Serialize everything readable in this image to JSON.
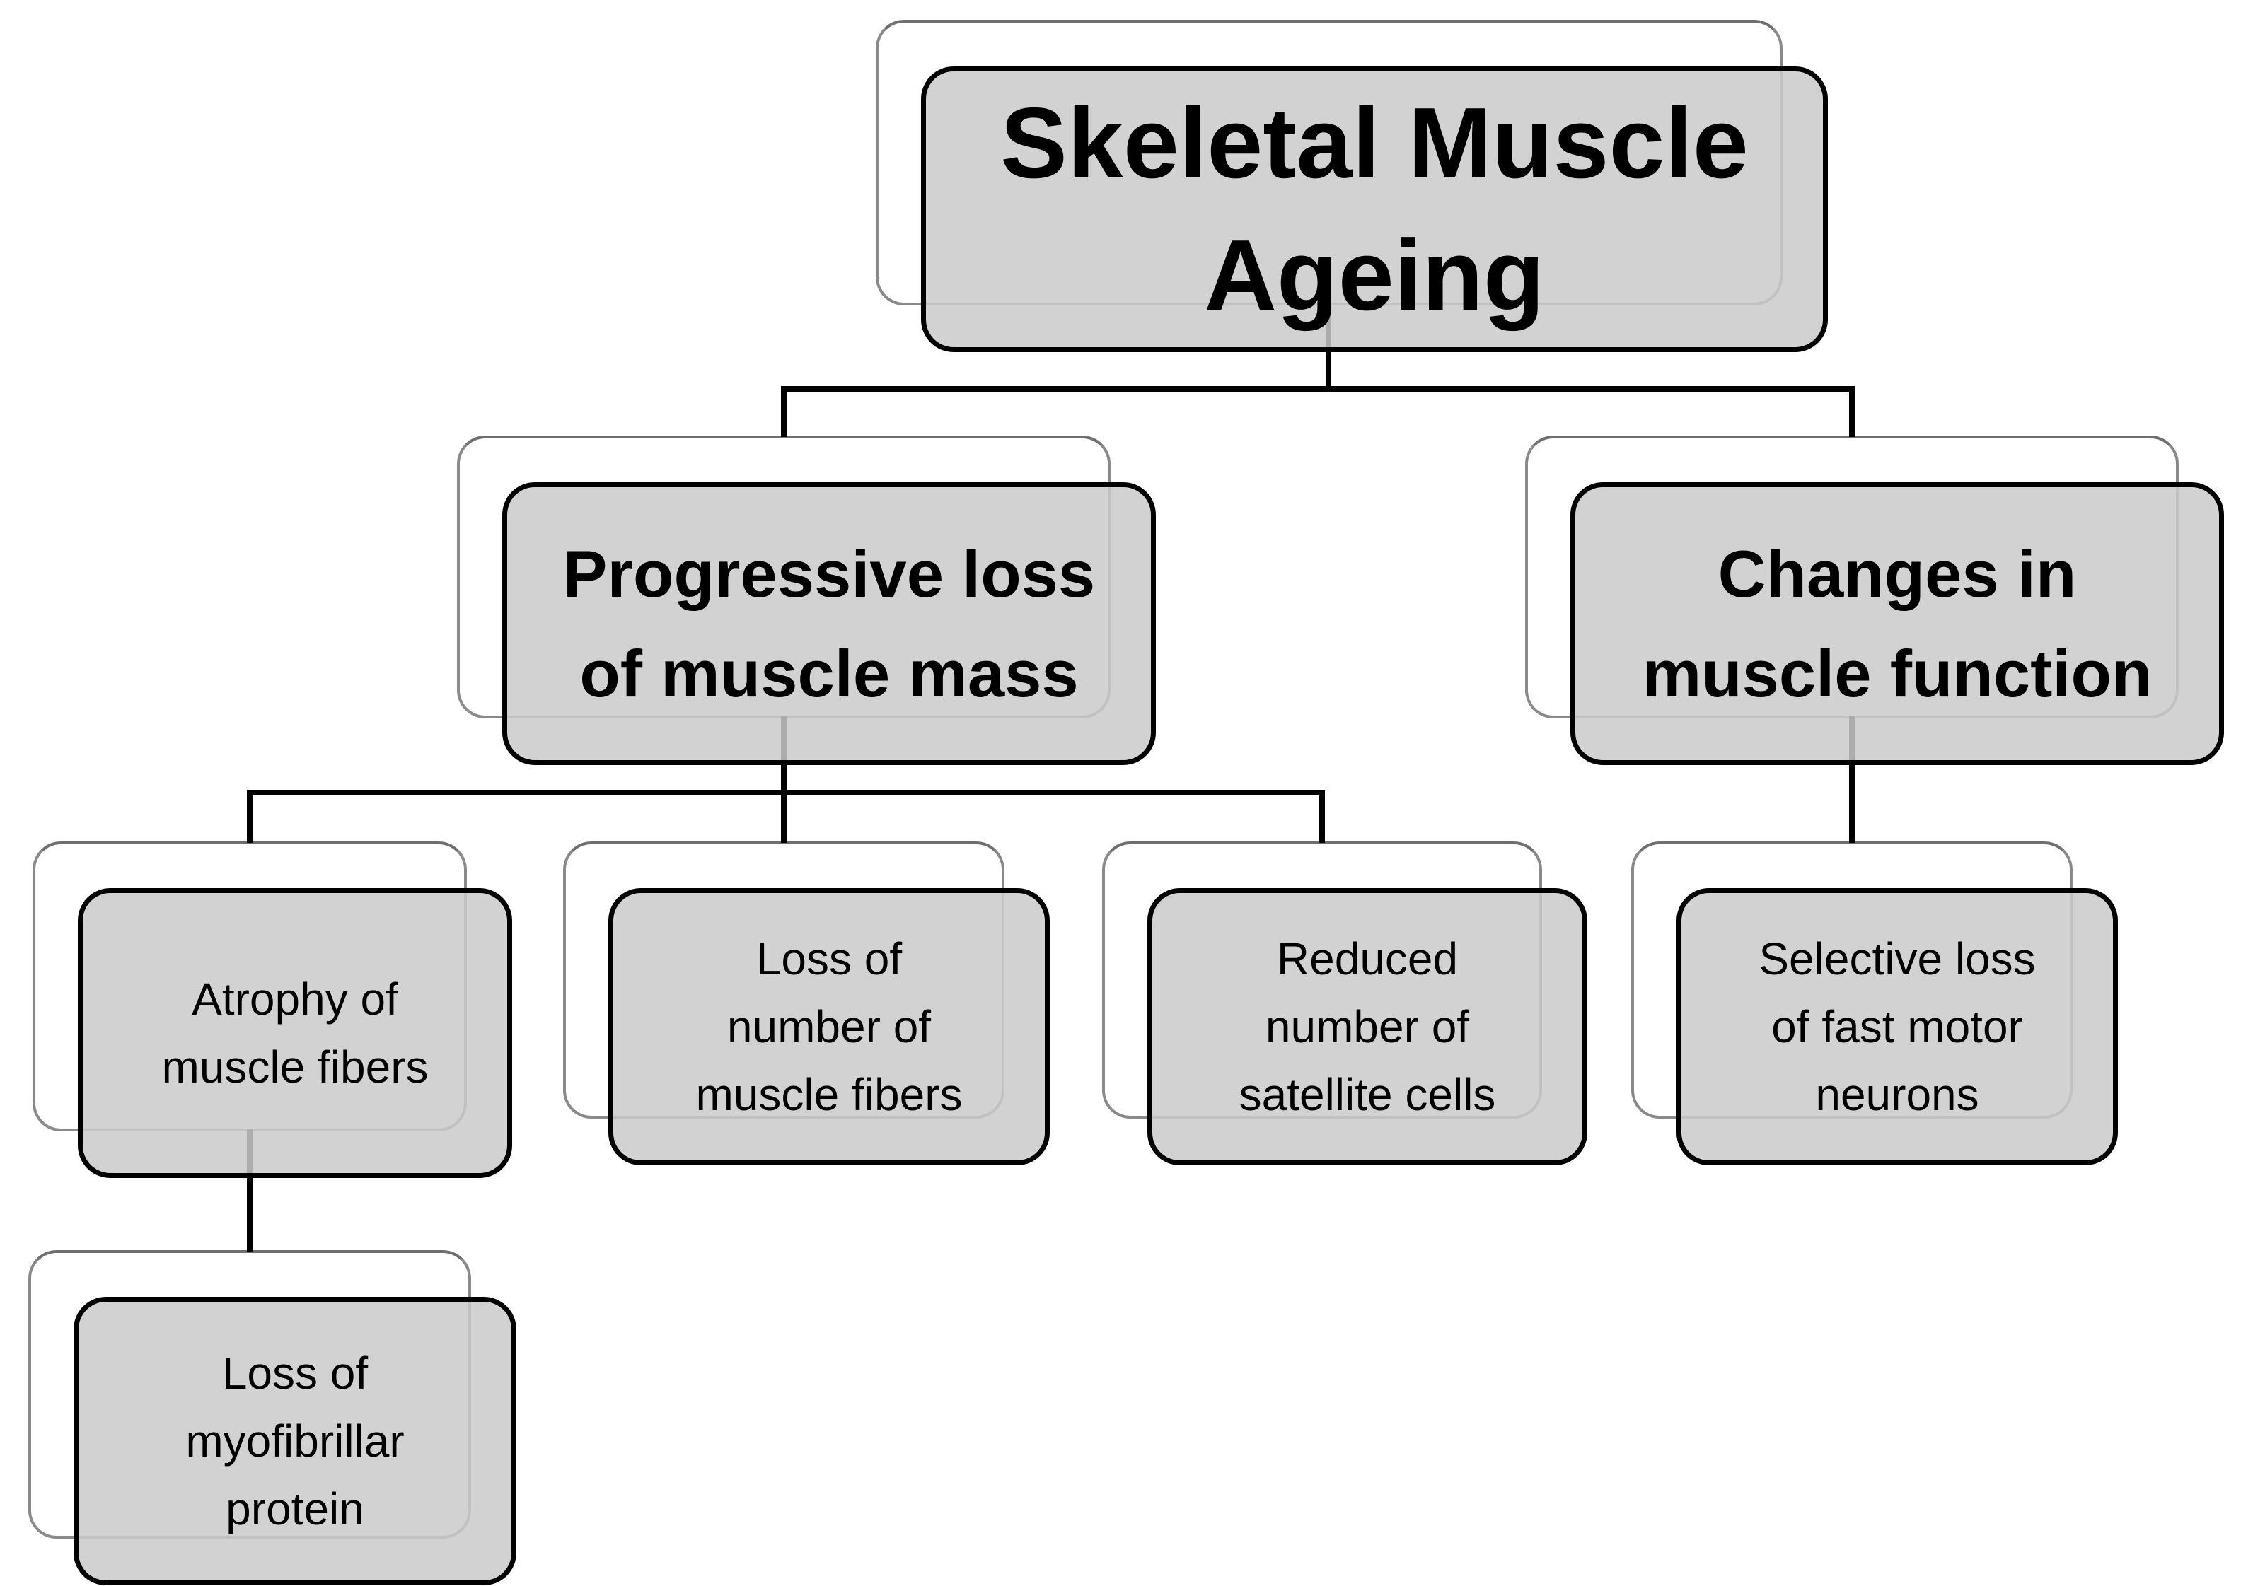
{
  "diagram": {
    "title": "Skeletal Muscle Ageing",
    "type": "hierarchy-flowchart",
    "nodes": {
      "root": {
        "label": "Skeletal Muscle\nAgeing",
        "level": 1,
        "emphasis": "bold"
      },
      "mass": {
        "label": "Progressive loss\nof muscle mass",
        "level": 2,
        "emphasis": "bold"
      },
      "function": {
        "label": "Changes in\nmuscle function",
        "level": 2,
        "emphasis": "bold"
      },
      "atrophy": {
        "label": "Atrophy of\nmuscle fibers",
        "level": 3,
        "emphasis": "normal"
      },
      "fiber_number": {
        "label": "Loss of\nnumber of\nmuscle fibers",
        "level": 3,
        "emphasis": "normal"
      },
      "satellite": {
        "label": "Reduced\nnumber of\nsatellite cells",
        "level": 3,
        "emphasis": "normal"
      },
      "motor_neurons": {
        "label": "Selective loss\nof fast motor\nneurons",
        "level": 3,
        "emphasis": "normal"
      },
      "myofibrillar": {
        "label": "Loss of\nmyofibrillar\nprotein",
        "level": 4,
        "emphasis": "normal"
      }
    },
    "edges": [
      {
        "from": "root",
        "to": "mass"
      },
      {
        "from": "root",
        "to": "function"
      },
      {
        "from": "mass",
        "to": "atrophy"
      },
      {
        "from": "mass",
        "to": "fiber_number"
      },
      {
        "from": "mass",
        "to": "satellite"
      },
      {
        "from": "function",
        "to": "motor_neurons"
      },
      {
        "from": "atrophy",
        "to": "myofibrillar"
      }
    ],
    "colors": {
      "background": "#ffffff",
      "box_fill": "rgba(202,202,202,0.85)",
      "box_fill_solid": "#d2d2d2",
      "box_border": "#000000",
      "back_fill": "#ffffff",
      "back_border": "#8a8a8a",
      "back_border_top": "#6f6f6f",
      "connector": "#000000",
      "text": "#000000"
    }
  }
}
